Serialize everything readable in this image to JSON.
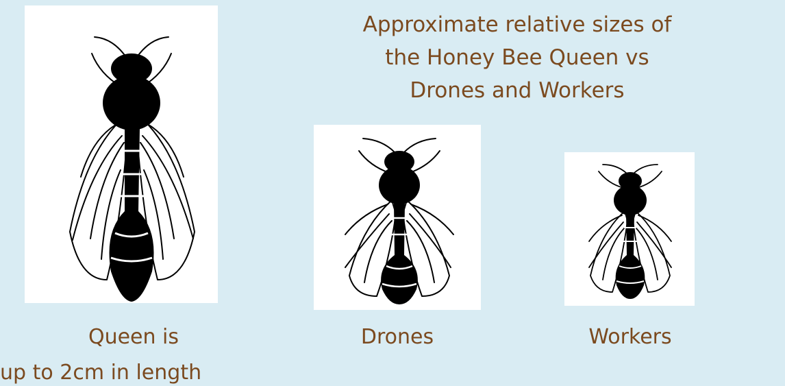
{
  "title": {
    "line1": "Approximate relative sizes of",
    "line2": "the Honey Bee Queen vs",
    "line3": "Drones and Workers"
  },
  "captions": {
    "queen_line1": "Queen is",
    "queen_line2": "up to 2cm in length",
    "drones": "Drones",
    "workers": "Workers"
  },
  "colors": {
    "background": "#d9ecf3",
    "text": "#7b4a1f",
    "card": "#ffffff",
    "ink": "#000000"
  },
  "illustrations": {
    "queen": "queen-bee-illustration",
    "drone": "drone-bee-illustration",
    "worker": "worker-bee-illustration"
  }
}
